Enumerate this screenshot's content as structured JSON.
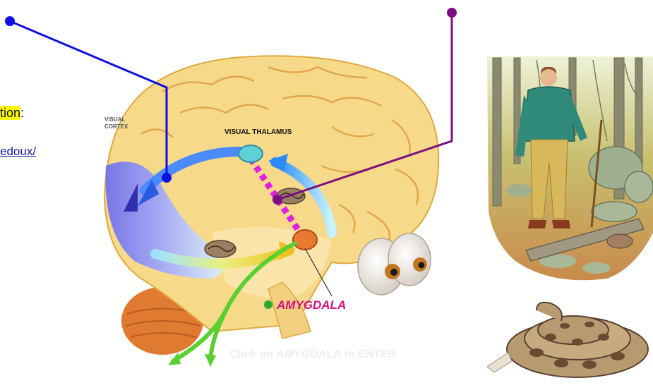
{
  "caption": {
    "text_highlighted": "tion",
    "text_suffix": ":",
    "link_text": "edoux/"
  },
  "diagram": {
    "labels": {
      "visual_thalamus": "VISUAL THALAMUS",
      "amygdala": "AMYGDALA",
      "visual_cortex_line1": "VISUAL",
      "visual_cortex_line2": "CORTEX",
      "enter_hint": "Click on AMYGDALA to ENTER"
    },
    "colors": {
      "blue_pointer": "#1010e0",
      "purple_pointer": "#7a1080",
      "amygdala_text": "#d01080",
      "thalamus": "#5fd0d8",
      "amygdala_node": "#e87a30"
    }
  }
}
